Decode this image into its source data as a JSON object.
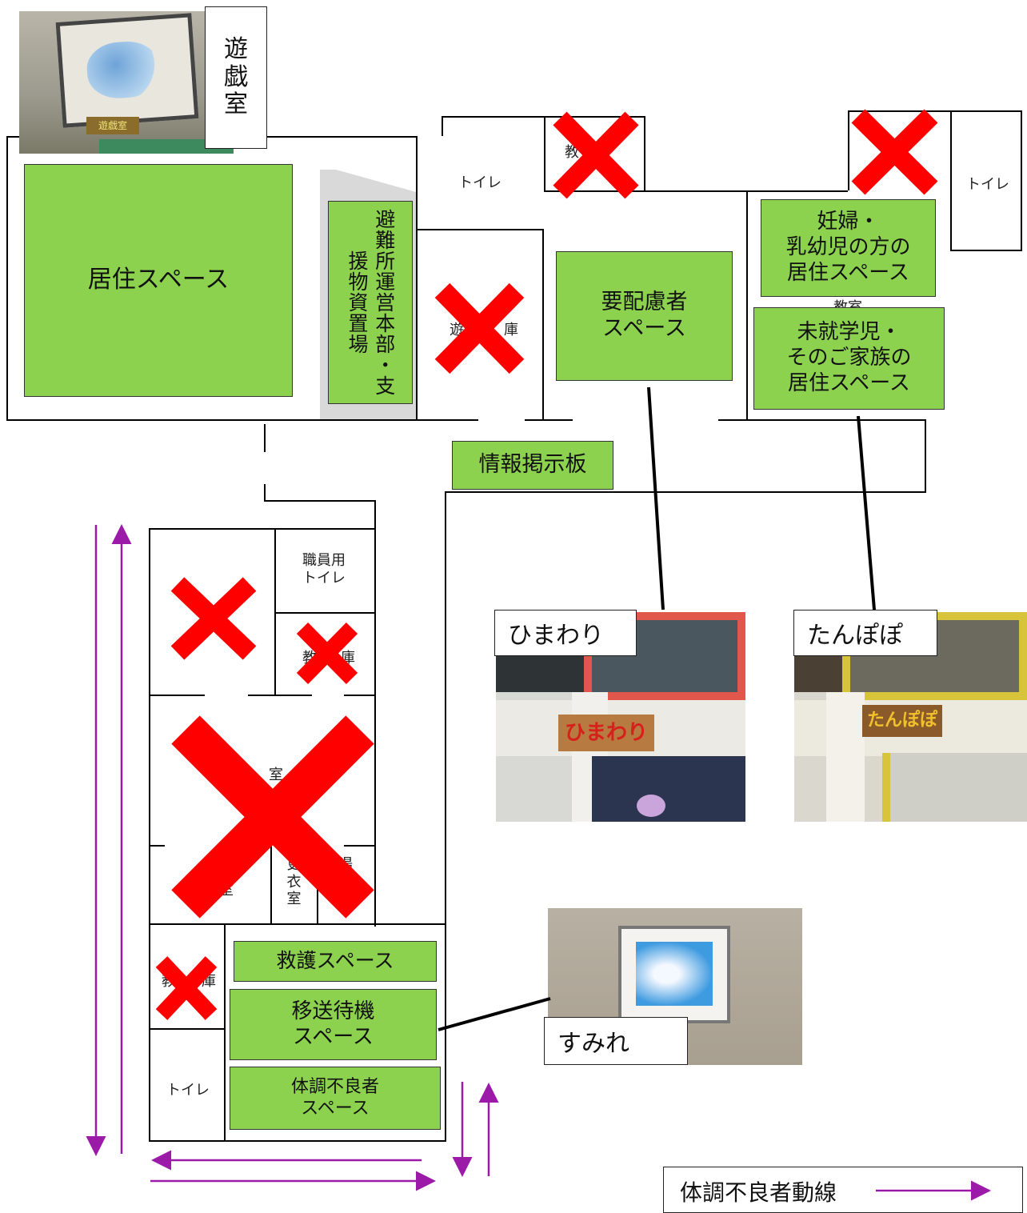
{
  "rooms": {
    "playroom_sign": "遊\n戯\n室",
    "toilet_top_center": "トイレ",
    "toilet_top_right": "トイレ",
    "staff_toilet": "職員用\nトイレ",
    "toilet_bottom": "トイレ",
    "health_room": "保健室",
    "changing_room": "更\n衣\n室",
    "tea_room": "湯\n沸\n室",
    "partial_classroom": "教",
    "partial_storage": "庫",
    "playroom_storage": "遊",
    "playroom_storage_2": "庫",
    "small_storage": "教",
    "small_storage_2": "庫",
    "bottom_storage": "教",
    "bottom_storage_2": "庫",
    "large_room": "室",
    "top_right_partial": "教室"
  },
  "spaces": {
    "living_space": "居住スペース",
    "hq_supplies": "避難所運営本部・支援物資置場",
    "needs_care": "要配慮者\nスペース",
    "pregnant_infant": "妊婦・\n乳幼児の方の\n居住スペース",
    "preschool_family": "未就学児・\nそのご家族の\n居住スペース",
    "info_board": "情報掲示板",
    "rescue_space": "救護スペース",
    "transfer_waiting": "移送待機\nスペース",
    "unwell_space": "体調不良者\nスペース"
  },
  "photos": {
    "himawari_tag": "ひまわり",
    "himawari_sign": "ひまわり",
    "tanpopo_tag": "たんぽぽ",
    "tanpopo_sign": "たんぽぽ",
    "sumire_tag": "すみれ",
    "playroom_sign_photo": "遊戯室"
  },
  "legend": {
    "label": "体調不良者動線",
    "color": "#9b1aa8"
  },
  "colors": {
    "space_fill": "#8cd24f",
    "closed_mark": "#ff0000",
    "route_arrow": "#9b1aa8",
    "hq_area": "#d9d9d9"
  }
}
